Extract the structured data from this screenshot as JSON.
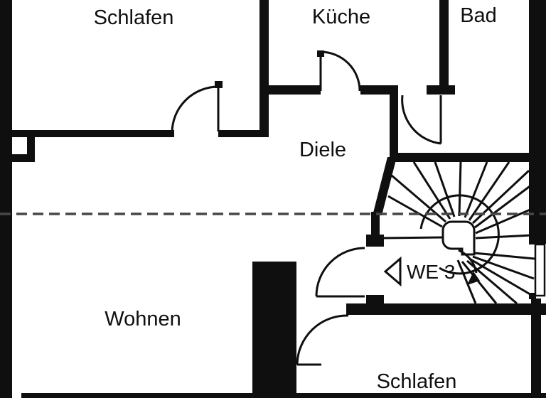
{
  "meta": {
    "type": "apartment-floor-plan"
  },
  "colors": {
    "ink": "#0f0f0f",
    "background": "#ffffff",
    "section_line": "#474747"
  },
  "rooms": {
    "schlafen_top": "Schlafen",
    "kueche": "Küche",
    "bad": "Bad",
    "diele": "Diele",
    "wohnen": "Wohnen",
    "schlafen_bottom": "Schlafen"
  },
  "unit": {
    "label": "WE 3"
  },
  "stair": {
    "type": "spiral-winder",
    "walk_direction": "down-left",
    "tread_lines": [
      [
        622,
        334,
        536,
        335
      ],
      [
        622,
        319,
        546,
        276
      ],
      [
        627,
        312,
        551,
        247
      ],
      [
        633,
        308,
        582,
        228
      ],
      [
        639,
        305,
        612,
        228
      ],
      [
        646,
        304,
        648,
        228
      ],
      [
        654,
        306,
        685,
        228
      ],
      [
        660,
        310,
        716,
        228
      ],
      [
        665,
        314,
        744,
        240
      ],
      [
        668,
        320,
        748,
        260
      ],
      [
        669,
        328,
        748,
        294
      ],
      [
        669,
        335,
        748,
        331
      ],
      [
        667,
        356,
        752,
        364
      ],
      [
        665,
        361,
        751,
        392
      ],
      [
        662,
        365,
        749,
        416
      ],
      [
        657,
        367,
        727,
        427
      ],
      [
        650,
        368,
        698,
        427
      ],
      [
        644,
        366,
        669,
        427
      ]
    ]
  }
}
